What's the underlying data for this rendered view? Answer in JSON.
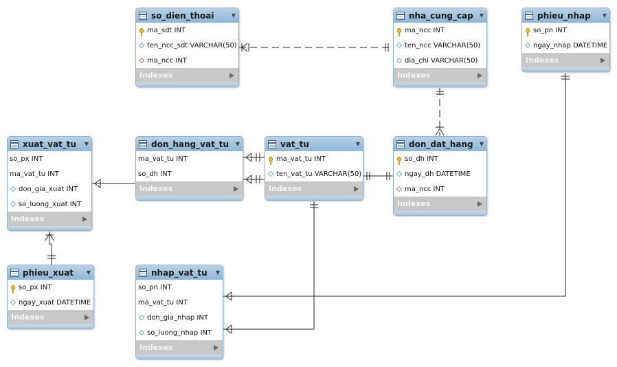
{
  "tables": {
    "so_dien_thoai": {
      "name": "so_dien_thoai",
      "columns": [
        "ma_sdt INT",
        "ten_ncc_sdt VARCHAR(50)",
        "ma_ncc INT"
      ],
      "indexes": "Indexes"
    },
    "nha_cung_cap": {
      "name": "nha_cung_cap",
      "columns": [
        "ma_ncc INT",
        "ten_ncc VARCHAR(50)",
        "dia_chi VARCHAR(50)"
      ],
      "indexes": "Indexes"
    },
    "phieu_nhap": {
      "name": "phieu_nhap",
      "columns": [
        "so_pn INT",
        "ngay_nhap DATETIME"
      ],
      "indexes": "Indexes"
    },
    "xuat_vat_tu": {
      "name": "xuat_vat_tu",
      "columns": [
        "so_px INT",
        "ma_vat_tu INT",
        "don_gia_xuat INT",
        "so_luong_xuat INT"
      ],
      "indexes": "Indexes"
    },
    "don_hang_vat_tu": {
      "name": "don_hang_vat_tu",
      "columns": [
        "ma_vat_tu INT",
        "so_dh INT"
      ],
      "indexes": "Indexes"
    },
    "vat_tu": {
      "name": "vat_tu",
      "columns": [
        "ma_vat_tu INT",
        "ten_vat_tu VARCHAR(50)"
      ],
      "indexes": "Indexes"
    },
    "don_dat_hang": {
      "name": "don_dat_hang",
      "columns": [
        "so_dh INT",
        "ngay_dh DATETIME",
        "ma_ncc INT"
      ],
      "indexes": "Indexes"
    },
    "phieu_xuat": {
      "name": "phieu_xuat",
      "columns": [
        "so_px INT",
        "ngay_xuat DATETIME"
      ],
      "indexes": "Indexes"
    },
    "nhap_vat_tu": {
      "name": "nhap_vat_tu",
      "columns": [
        "so_pn INT",
        "ma_vat_tu INT",
        "don_gia_nhap INT",
        "so_luong_nhap INT"
      ],
      "indexes": "Indexes"
    }
  },
  "relationships": [
    {
      "from": "so_dien_thoai",
      "to": "nha_cung_cap",
      "style": "dashed"
    },
    {
      "from": "nha_cung_cap",
      "to": "don_dat_hang",
      "style": "dashed"
    },
    {
      "from": "don_hang_vat_tu",
      "to": "vat_tu",
      "style": "solid"
    },
    {
      "from": "xuat_vat_tu",
      "to": "don_hang_vat_tu",
      "style": "solid"
    },
    {
      "from": "vat_tu",
      "to": "don_dat_hang",
      "style": "solid"
    },
    {
      "from": "xuat_vat_tu",
      "to": "phieu_xuat",
      "style": "solid"
    },
    {
      "from": "phieu_nhap",
      "to": "nhap_vat_tu",
      "style": "solid"
    },
    {
      "from": "vat_tu",
      "to": "nhap_vat_tu",
      "style": "solid"
    }
  ],
  "colors": {
    "header": "#9dbfdc",
    "indexes_bar": "#c8c8c8",
    "line": "#222222"
  }
}
